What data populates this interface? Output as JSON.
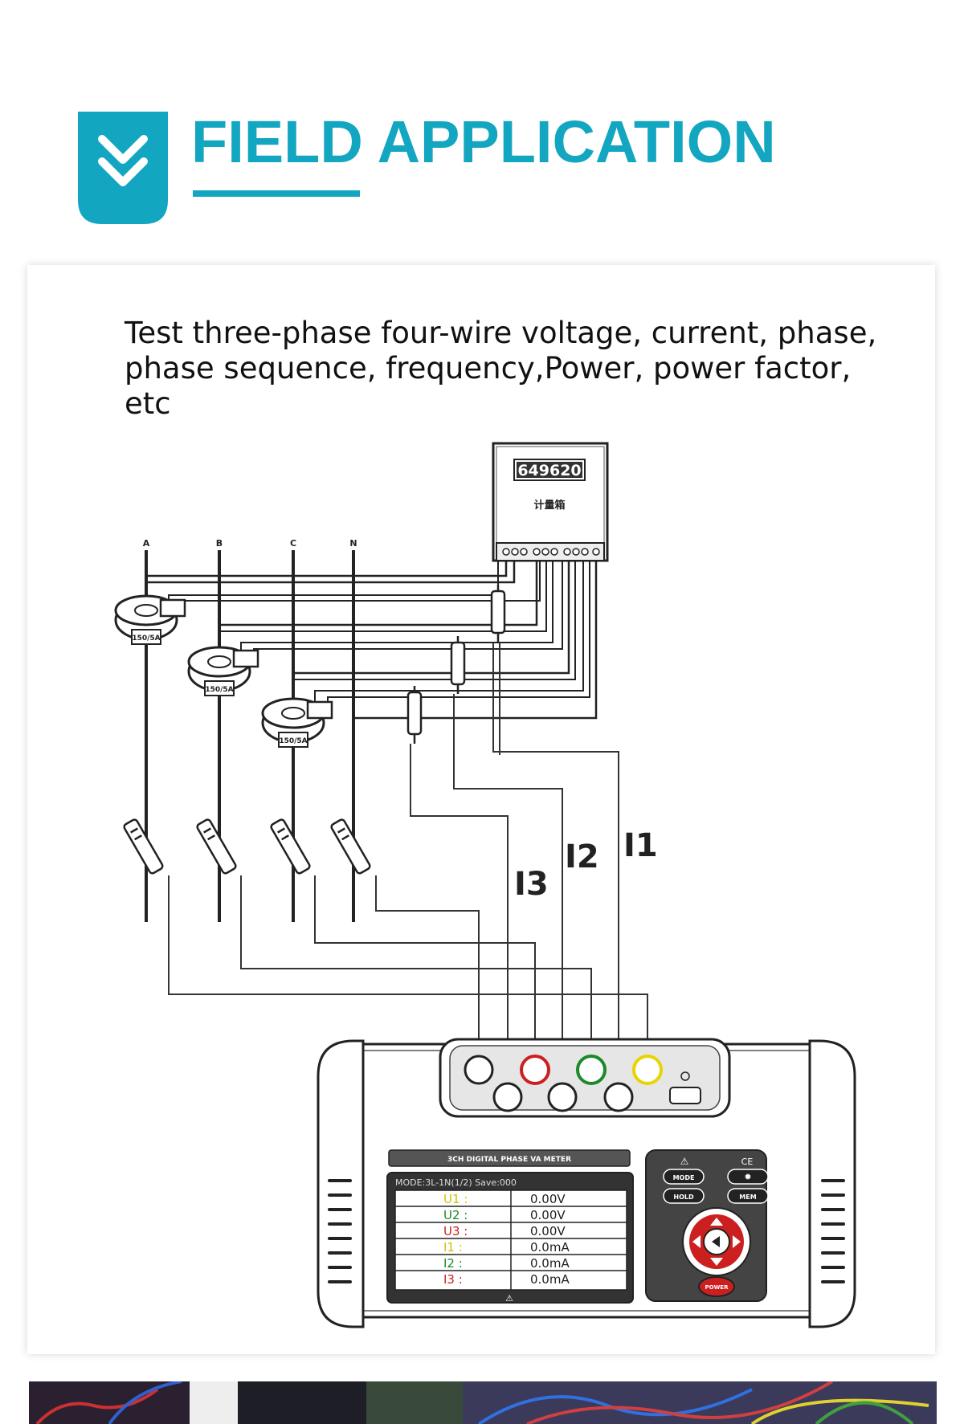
{
  "header": {
    "title": "FIELD APPLICATION"
  },
  "description": {
    "line1": "Test three-phase four-wire voltage, current, phase,",
    "line2": "phase sequence, frequency,Power, power factor, etc"
  },
  "diagram": {
    "energy_meter": {
      "reading": "649620",
      "label": "计量箱"
    },
    "phase_labels": [
      "A",
      "B",
      "C",
      "N"
    ],
    "ct_rating": "150/5A",
    "current_labels": [
      "I1",
      "I2",
      "I3"
    ],
    "device": {
      "panel_title": "3CH DIGITAL PHASE VA METER",
      "screen_header": "MODE:3L-1N(1/2)   Save:000",
      "rows": [
        {
          "name": "U1 :",
          "value": "0.00V",
          "color": "#d4c000"
        },
        {
          "name": "U2 :",
          "value": "0.00V",
          "color": "#1a8a2a"
        },
        {
          "name": "U3 :",
          "value": "0.00V",
          "color": "#cc2020"
        },
        {
          "name": "I1 :",
          "value": "0.0mA",
          "color": "#d4c000"
        },
        {
          "name": "I2 :",
          "value": "0.0mA",
          "color": "#1a8a2a"
        },
        {
          "name": "I3 :",
          "value": "0.0mA",
          "color": "#cc2020"
        }
      ],
      "buttons": {
        "mode": "MODE",
        "hold": "HOLD",
        "mem": "MEM",
        "power": "POWER"
      },
      "jack_colors": [
        "#ffffff",
        "#cc2020",
        "#1a8a2a",
        "#e8d400"
      ]
    }
  },
  "colors": {
    "accent": "#13a6c1"
  }
}
